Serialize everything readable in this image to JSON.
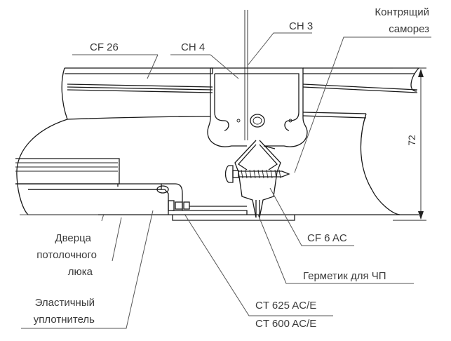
{
  "labels": {
    "screw_line1": "Контрящий",
    "screw_line2": "саморез",
    "ch3": "CH 3",
    "ch4": "CH 4",
    "cf26": "CF 26",
    "door_line1": "Дверца",
    "door_line2": "потолочного",
    "door_line3": "люка",
    "seal_line1": "Эластичный",
    "seal_line2": "уплотнитель",
    "cf6": "CF 6 AC",
    "sealant": "Герметик для ЧП",
    "ct625": "CT 625 AC/E",
    "ct600": "CT 600 AC/E"
  },
  "dimension": {
    "value": "72"
  },
  "colors": {
    "line": "#1a1a1a",
    "text": "#3a3a3a",
    "leader": "#555555"
  }
}
